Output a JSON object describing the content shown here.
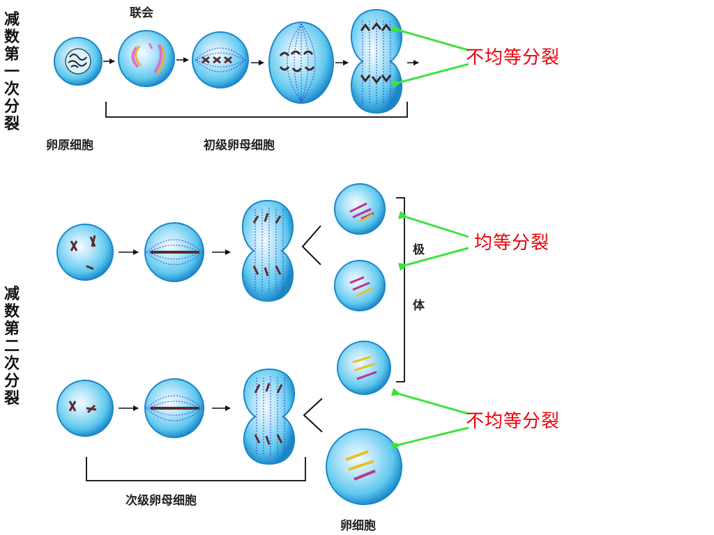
{
  "stages": {
    "meiosis1": "减数第一次分裂",
    "meiosis2": "减数第二次分裂"
  },
  "cells": {
    "synapsis": "联会",
    "oogonium": "卵原细胞",
    "primary_oocyte": "初级卵母细胞",
    "secondary_oocyte": "次级卵母细胞",
    "egg": "卵细胞",
    "polar_body_1": "极",
    "polar_body_2": "体"
  },
  "annotations": {
    "unequal_1": "不均等分裂",
    "equal": "均等分裂",
    "unequal_2": "不均等分裂"
  },
  "colors": {
    "annotation_text": "#e8000b",
    "annotation_arrow": "#3de33d",
    "cell_fill": "#5ec8ee",
    "cell_edge": "#1a86c8",
    "spindle": "#3a3ad0"
  }
}
